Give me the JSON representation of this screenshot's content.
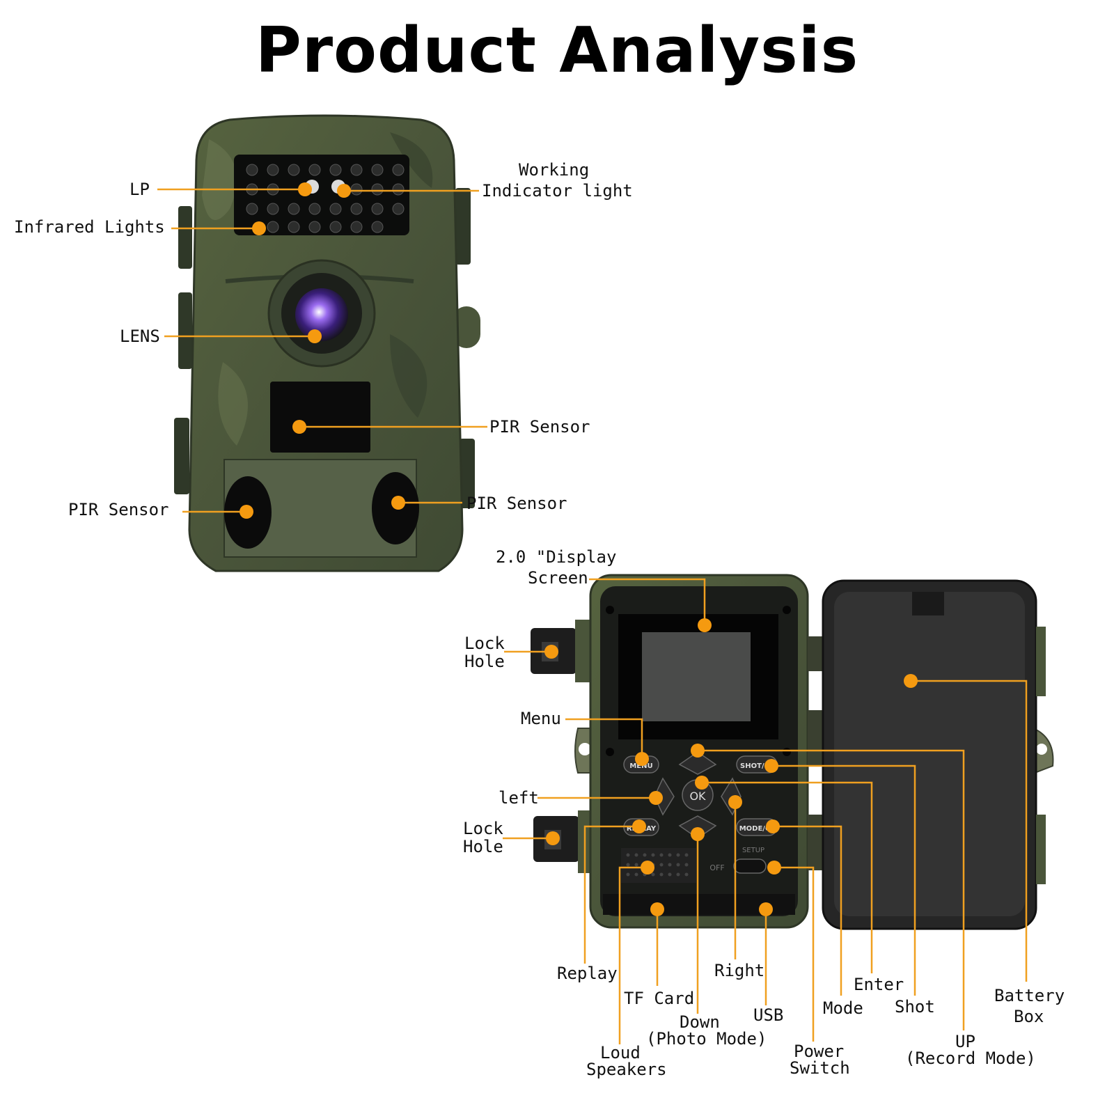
{
  "title": "Product Analysis",
  "colors": {
    "accent": "#f59a10",
    "camo": "#4c5a3c",
    "background": "#ffffff"
  },
  "front_labels": {
    "lp": "LP",
    "working_1": "Working",
    "working_2": "Indicator light",
    "infrared": "Infrared Lights",
    "lens": "LENS",
    "pir_center": "PIR Sensor",
    "pir_left": "PIR Sensor",
    "pir_right": "PIR Sensor"
  },
  "back_labels": {
    "display_1": "2.0 \"Display",
    "display_2": "Screen",
    "lock_top_1": "Lock",
    "lock_top_2": "Hole",
    "menu": "Menu",
    "left": "left",
    "lock_bottom_1": "Lock",
    "lock_bottom_2": "Hole",
    "replay": "Replay",
    "tf_card": "TF Card",
    "down_1": "Down",
    "down_2": "(Photo Mode)",
    "loud_1": "Loud",
    "loud_2": "Speakers",
    "right": "Right",
    "usb": "USB",
    "mode": "Mode",
    "power_1": "Power",
    "power_2": "Switch",
    "enter": "Enter",
    "shot": "Shot",
    "up_1": "UP",
    "up_2": "(Record Mode)",
    "battery_1": "Battery",
    "battery_2": "Box"
  },
  "device_buttons": {
    "menu": "MENU",
    "shot": "SHOT/C",
    "ok": "OK",
    "replay": "REPLAY",
    "mode": "MODE/C",
    "setup": "SETUP",
    "off": "OFF"
  }
}
